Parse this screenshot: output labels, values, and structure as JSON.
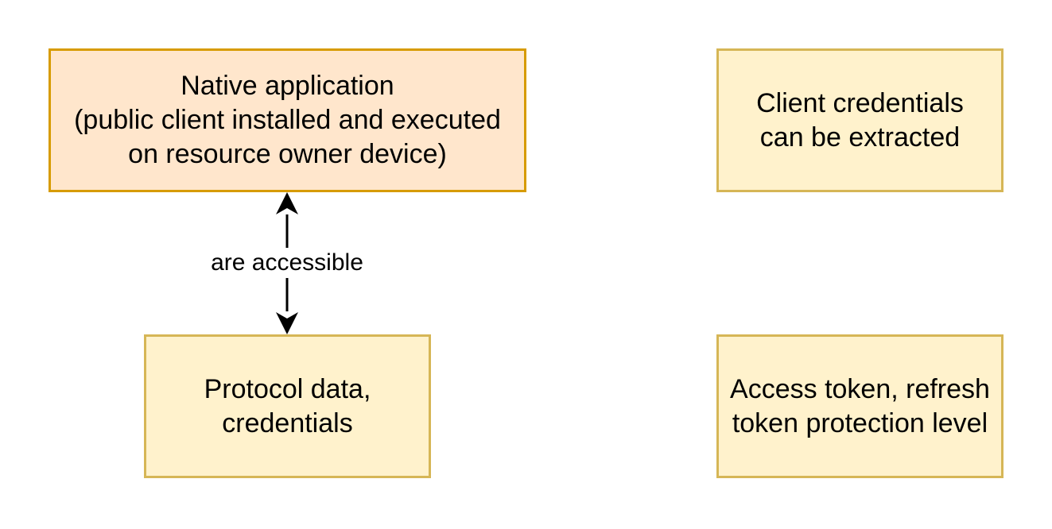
{
  "colors": {
    "native_fill": "#ffe6cc",
    "native_stroke": "#d79b00",
    "note_fill": "#fff2cc",
    "note_stroke": "#d6b656",
    "edge": "#000000"
  },
  "nodes": {
    "native_app": "Native application\n(public client installed and executed\non resource owner device)",
    "protocol_data": "Protocol data,\ncredentials",
    "client_credentials": "Client credentials\ncan be extracted",
    "access_token": "Access token, refresh\ntoken protection level"
  },
  "edges": {
    "accessible_label": "are accessible"
  }
}
